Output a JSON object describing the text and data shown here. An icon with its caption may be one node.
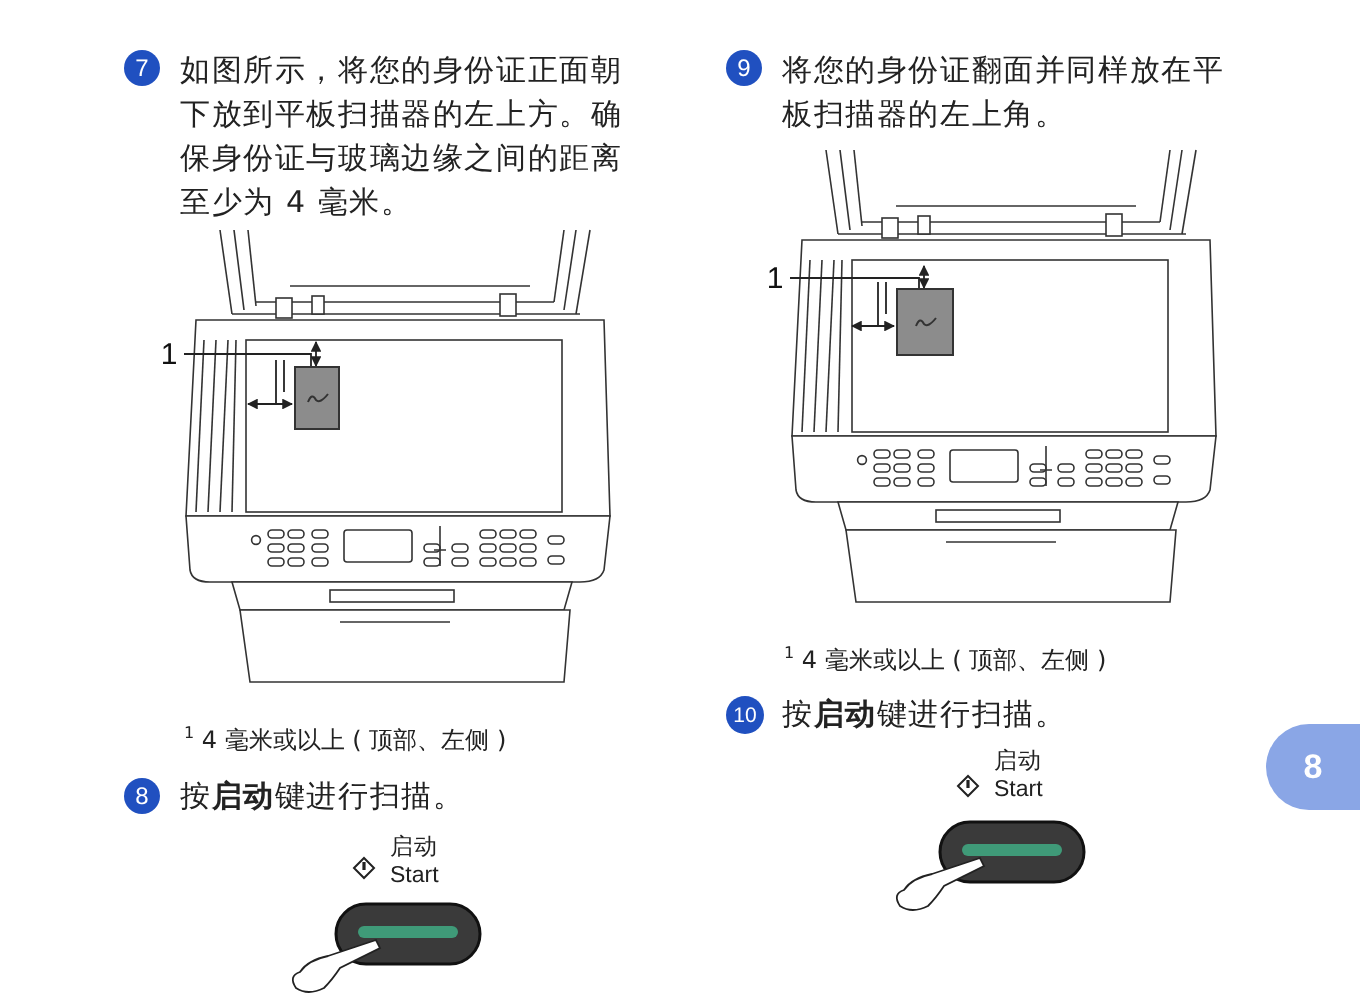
{
  "diagram": {
    "nodes": [
      {
        "text": [
          "7"
        ]
      },
      {
        "text": [
          "1"
        ]
      },
      {
        "text": [],
        "shape": "box"
      },
      {
        "text": [
          "8"
        ]
      },
      {
        "text": [
          "9"
        ]
      },
      {
        "text": [
          "1"
        ]
      },
      {
        "text": [],
        "shape": "box"
      },
      {
        "text": [
          "10"
        ]
      },
      {
        "text": [
          "8"
        ]
      }
    ],
    "edges": [
      {
        "from": 1,
        "to": 2,
        "arrow": "none"
      },
      {
        "from": 5,
        "to": 6,
        "arrow": "none"
      }
    ],
    "labels": [
      "如图所示，将您的身份证正面朝下放到平板扫描器的左上方。确保身份证与玻璃边缘之间的距离至少为 4 毫米。",
      "将您的身份证翻面并同样放在平板扫描器的左上角。",
      "$^{1}$ 4 毫米或以上 ( 顶部、左侧 )",
      "按**启动**键进行扫描。",
      "启动",
      "Start",
      "$^{1}$ 4 毫米或以上 ( 顶部、左侧 )",
      "按**启动**键进行扫描。",
      "启动",
      "Start"
    ]
  }
}
